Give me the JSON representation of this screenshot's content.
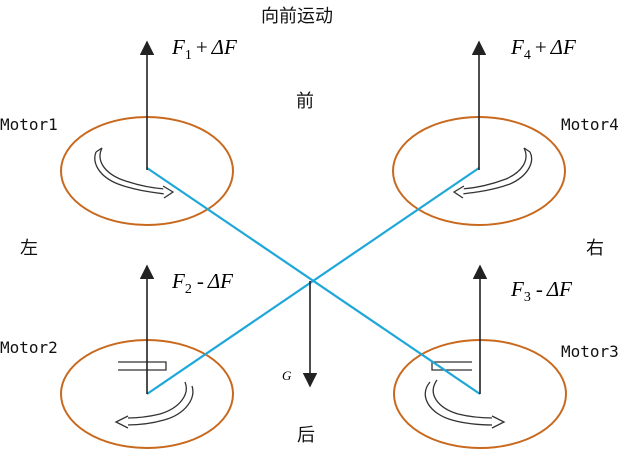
{
  "title": "向前运动",
  "directions": {
    "front": "前",
    "back": "后",
    "left": "左",
    "right": "右"
  },
  "motors": {
    "m1": {
      "label": "Motor1",
      "force_symbol": "F",
      "force_sub": "1",
      "force_op": "+",
      "force_delta": "ΔF"
    },
    "m2": {
      "label": "Motor2",
      "force_symbol": "F",
      "force_sub": "2",
      "force_op": "-",
      "force_delta": "ΔF"
    },
    "m3": {
      "label": "Motor3",
      "force_symbol": "F",
      "force_sub": "3",
      "force_op": "-",
      "force_delta": "ΔF"
    },
    "m4": {
      "label": "Motor4",
      "force_symbol": "F",
      "force_sub": "4",
      "force_op": "+",
      "force_delta": "ΔF"
    }
  },
  "gravity_label": "G",
  "colors": {
    "motor_ring": "#c8691e",
    "frame": "#1ea7d8",
    "arrow": "#222222"
  }
}
